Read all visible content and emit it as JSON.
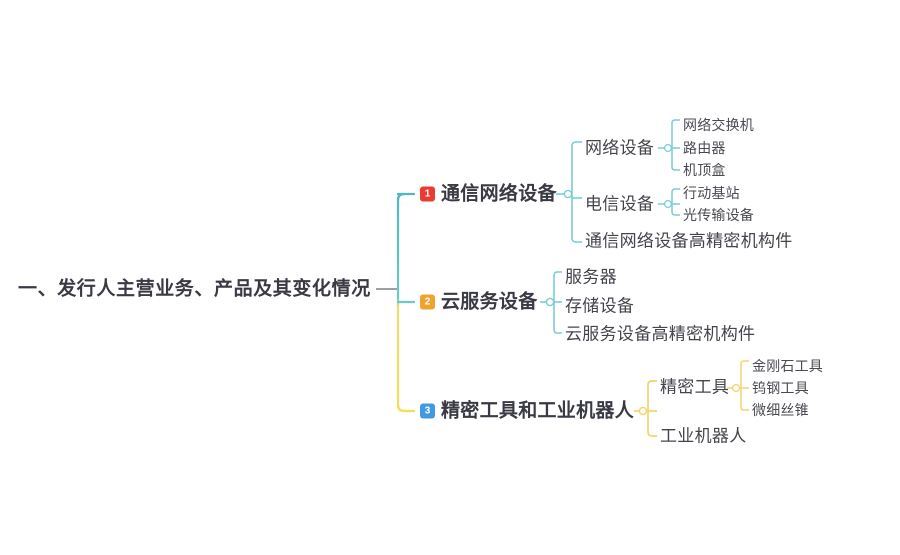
{
  "root": {
    "label": "一、发行人主营业务、产品及其变化情况"
  },
  "colors": {
    "badge_1": "#ea3b32",
    "badge_2": "#f0a22e",
    "badge_3": "#3f9ae0",
    "trunk_top": "#5ec8c8",
    "trunk_bottom": "#f2d34a",
    "branch_teal": "#79cdd4",
    "branch_yellow": "#f2d46a",
    "stub_gray": "#9aa0a6",
    "text_dark": "#3a3a44"
  },
  "branches": [
    {
      "badge": "1",
      "label": "通信网络设备",
      "children": [
        {
          "label": "网络设备",
          "children": [
            {
              "label": "网络交换机"
            },
            {
              "label": "路由器"
            },
            {
              "label": "机顶盒"
            }
          ]
        },
        {
          "label": "电信设备",
          "children": [
            {
              "label": "行动基站"
            },
            {
              "label": "光传输设备"
            }
          ]
        },
        {
          "label": "通信网络设备高精密机构件",
          "children": []
        }
      ]
    },
    {
      "badge": "2",
      "label": "云服务设备",
      "children": [
        {
          "label": "服务器",
          "children": []
        },
        {
          "label": "存储设备",
          "children": []
        },
        {
          "label": "云服务设备高精密机构件",
          "children": []
        }
      ]
    },
    {
      "badge": "3",
      "label": "精密工具和工业机器人",
      "children": [
        {
          "label": "精密工具",
          "children": [
            {
              "label": "金刚石工具"
            },
            {
              "label": "钨钢工具"
            },
            {
              "label": "微细丝锥"
            }
          ]
        },
        {
          "label": "工业机器人",
          "children": []
        }
      ]
    }
  ]
}
